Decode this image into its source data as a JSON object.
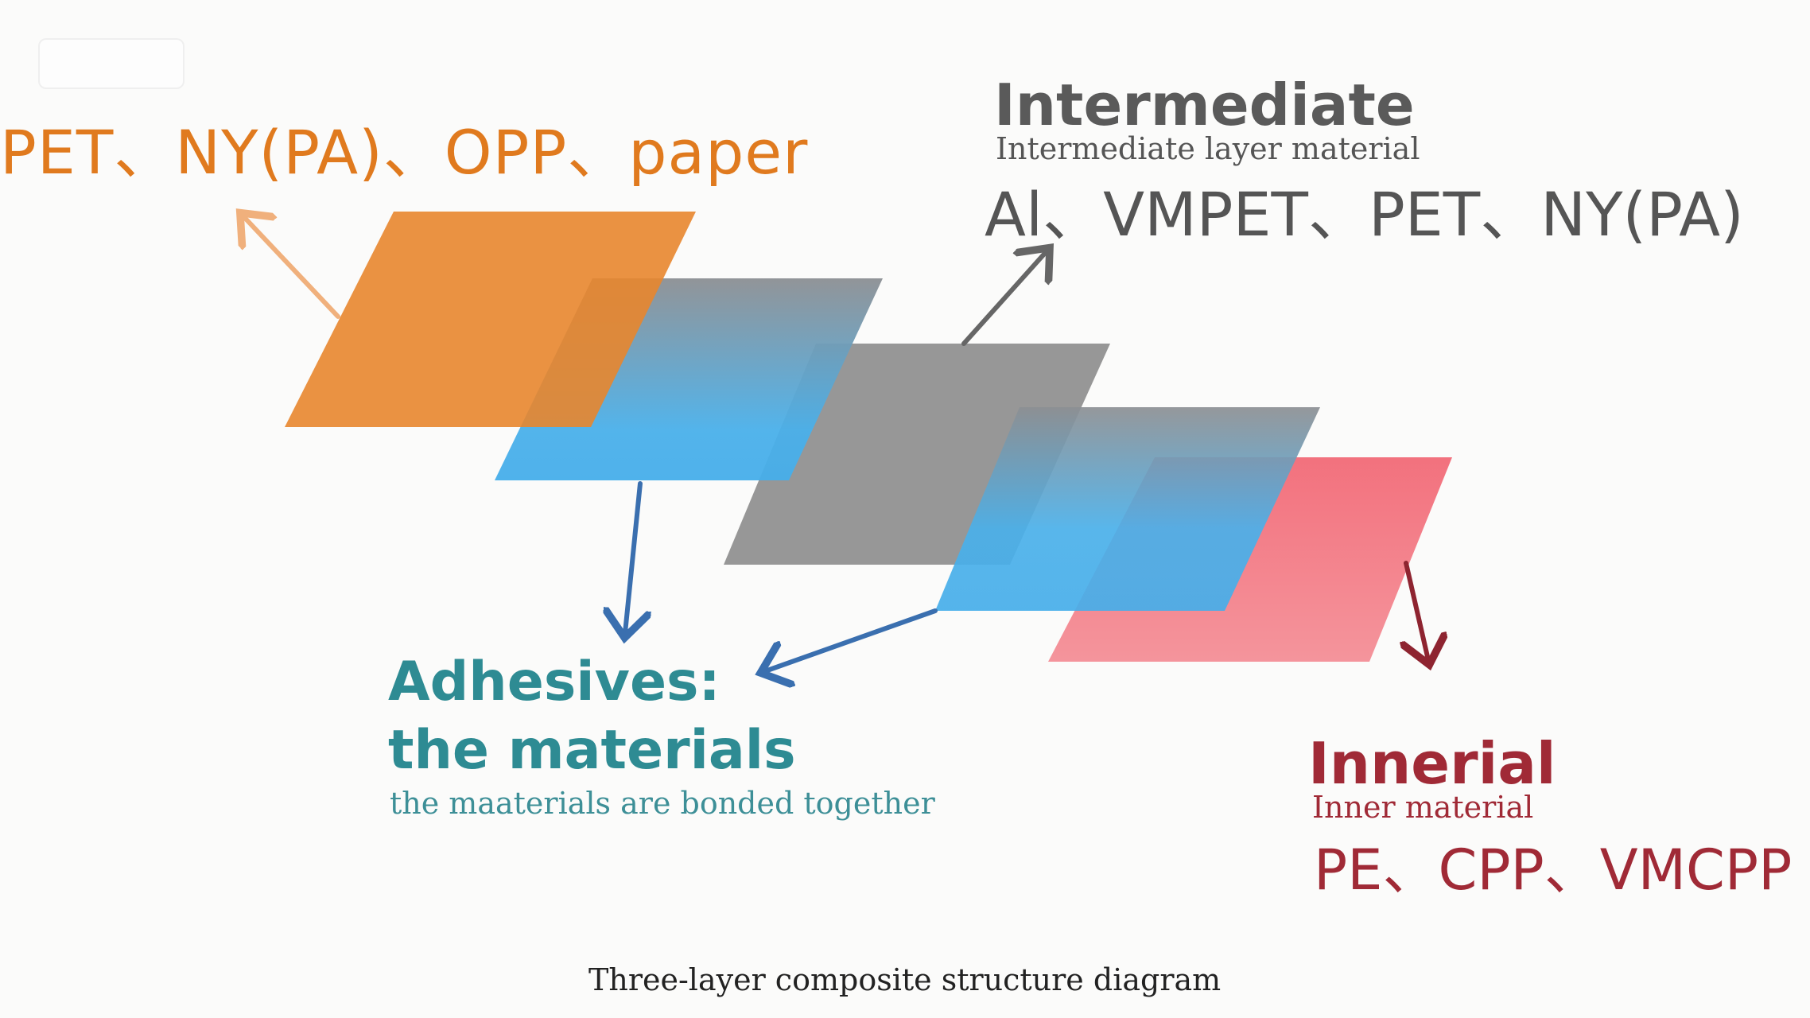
{
  "caption": "Three-layer composite structure diagram",
  "colors": {
    "outer": "#e8862e",
    "adhesive": "#4ab0ea",
    "adhesive_top": "#8c8f93",
    "intermediate": "#8e8e8e",
    "inner": "#f27a83",
    "outer_text": "#e07a1e",
    "intermediate_text": "#555555",
    "adhesive_text": "#2e8b93",
    "inner_text": "#a02a36",
    "arrow_outer": "#f0b07c",
    "arrow_intermediate": "#666666",
    "arrow_adhesive": "#3a6faf",
    "arrow_inner": "#8e2430"
  },
  "outer": {
    "materials": "PET、NY(PA)、OPP、paper"
  },
  "intermediate": {
    "title": "Intermediate",
    "subtitle": "Intermediate layer material",
    "materials": "Al、VMPET、PET、NY(PA)"
  },
  "adhesive": {
    "title_line1": "Adhesives:",
    "title_line2": "the materials",
    "subtitle": "the maaterials are bonded together"
  },
  "inner": {
    "title": "Innerial",
    "subtitle": "Inner material",
    "materials": "PE、CPP、VMCPP"
  }
}
